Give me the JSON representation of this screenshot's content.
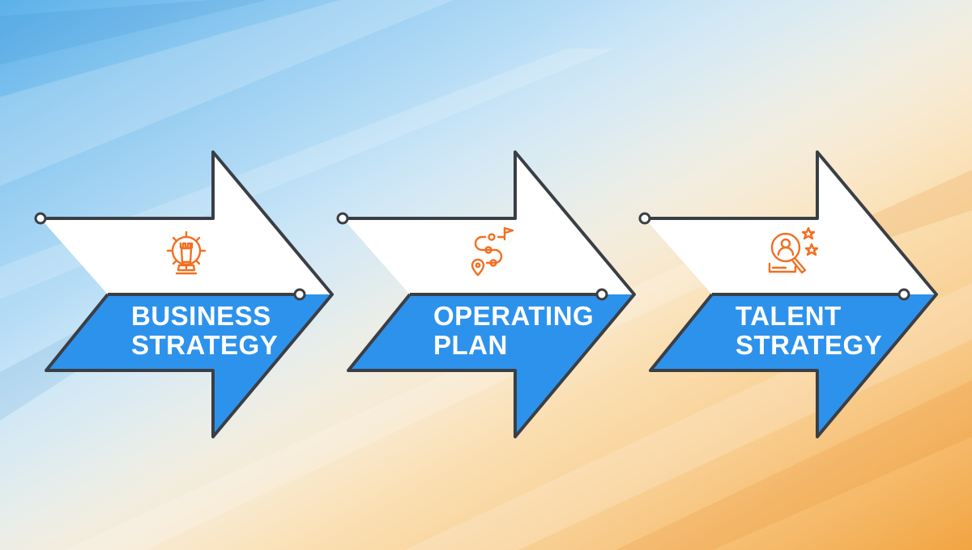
{
  "steps": [
    {
      "line1": "BUSINESS",
      "line2": "STRATEGY",
      "icon": "chess-rook-gear-icon"
    },
    {
      "line1": "OPERATING",
      "line2": "PLAN",
      "icon": "route-map-flag-icon"
    },
    {
      "line1": "TALENT",
      "line2": "STRATEGY",
      "icon": "person-search-stars-icon"
    }
  ],
  "colors": {
    "arrow_fill_bottom": "#2d92ec",
    "arrow_fill_top": "#ffffff",
    "arrow_outline": "#3a3f45",
    "icon_orange": "#f26f21",
    "text": "#ffffff",
    "bg_blue": "#3fa3e6",
    "bg_orange": "#f4a43a"
  }
}
